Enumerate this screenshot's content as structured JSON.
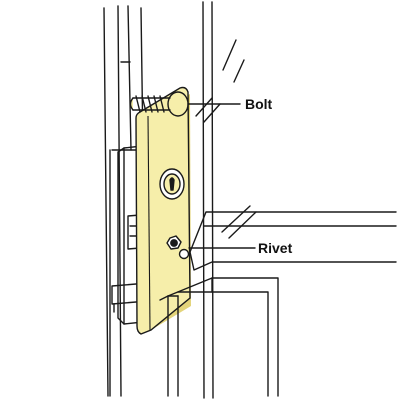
{
  "diagram": {
    "callouts": {
      "bolt": "Bolt",
      "rivet": "Rivet"
    },
    "parts": {
      "plate": "latch-guard-plate",
      "cylinder": "lock-cylinder-icon",
      "bolt": "carriage-bolt-icon",
      "rivet": "rivet-icon"
    },
    "colors": {
      "plate_fill": "#f6eeaa",
      "plate_shadow": "#e3d47a",
      "line": "#1a1a1a",
      "background": "#ffffff"
    }
  }
}
